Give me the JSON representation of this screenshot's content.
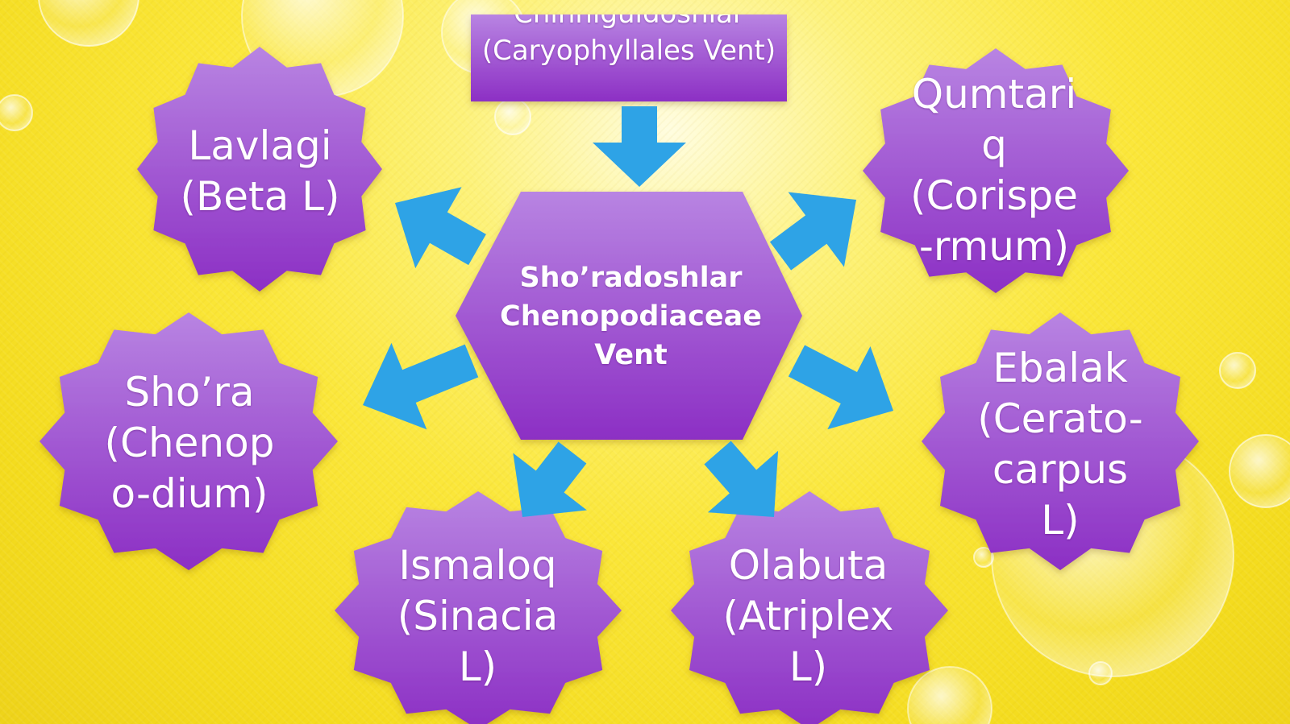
{
  "top_box": {
    "label": "Chinniguldoshlar (Caryophyllales Vent)"
  },
  "center": {
    "label": "Sho’radoshlar\nChenopodiaceae\nVent"
  },
  "stars": [
    {
      "id": "lavlagi",
      "label": "Lavlagi\n(Beta L)"
    },
    {
      "id": "qumtariq",
      "label": "Qumtari\nq\n(Corispe\n-rmum)"
    },
    {
      "id": "shora",
      "label": "Sho’ra\n(Chenop\no-dium)"
    },
    {
      "id": "ebalak",
      "label": "Ebalak\n(Cerato-\ncarpus\nL)"
    },
    {
      "id": "ismaloq",
      "label": "Ismaloq\n(Sinacia\nL)"
    },
    {
      "id": "olabuta",
      "label": "Olabuta\n(Atriplex\nL)"
    }
  ],
  "colors": {
    "shape_top": "#b47fe0",
    "shape_bottom": "#8a2fc2",
    "arrow": "#2ea3e6",
    "background": "#fbe73a"
  }
}
